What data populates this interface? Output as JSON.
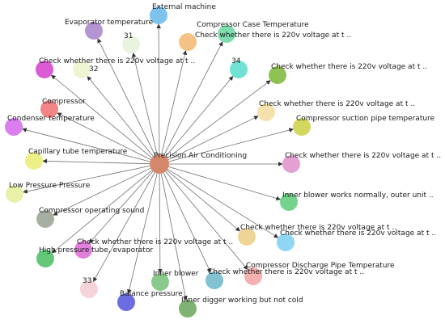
{
  "graph": {
    "center": {
      "label": "Precision Air Conditioning",
      "color": "#d4876a"
    },
    "nodes": [
      {
        "id": "external-machine",
        "label": "External machine",
        "color": "#7ec3ec"
      },
      {
        "id": "evaporator-temperature",
        "label": "Evaporator temperature",
        "color": "#b594d2"
      },
      {
        "id": "n31",
        "label": "31",
        "color": "#e9f3df"
      },
      {
        "id": "compressor-case-temperature",
        "label": "Compressor Case Temperature",
        "color": "#f6c185"
      },
      {
        "id": "check-220v-1",
        "label": "Check whether there is 220v voltage at t ..",
        "color": "#7fdcaf"
      },
      {
        "id": "check-220v-2",
        "label": "Check whether there is 220v voltage at t ..",
        "color": "#da5bd2"
      },
      {
        "id": "n32",
        "label": "32",
        "color": "#eef5d3"
      },
      {
        "id": "n34",
        "label": "34",
        "color": "#6fe2d3"
      },
      {
        "id": "check-220v-3",
        "label": "Check whether there is 220v voltage at t ..",
        "color": "#8fc154"
      },
      {
        "id": "compressor",
        "label": "Compressor",
        "color": "#f28487"
      },
      {
        "id": "check-220v-4",
        "label": "Check whether there is 220v voltage at t ..",
        "color": "#f5e1ab"
      },
      {
        "id": "condenser-temperature",
        "label": "Condenser temperature",
        "color": "#db7fef"
      },
      {
        "id": "compressor-suction-pipe-temperature",
        "label": "Compressor suction pipe temperature",
        "color": "#d4d75e"
      },
      {
        "id": "capillary-tube-temperature",
        "label": "Capillary tube temperature",
        "color": "#edf087"
      },
      {
        "id": "check-220v-5",
        "label": "Check whether there is 220v voltage at t ..",
        "color": "#e3a1d3"
      },
      {
        "id": "low-pressure-pressure",
        "label": "Low Pressure Pressure",
        "color": "#e9f1a9"
      },
      {
        "id": "inner-blower-works-normally",
        "label": "Inner blower works normally, outer unit ..",
        "color": "#74d38e"
      },
      {
        "id": "compressor-operating-sound",
        "label": "Compressor operating sound",
        "color": "#a7afa2"
      },
      {
        "id": "check-220v-6",
        "label": "Check whether there is 220v voltage at t ..",
        "color": "#efd497"
      },
      {
        "id": "check-220v-7",
        "label": "Check whether there is 220v voltage at t ..",
        "color": "#8fd6f5"
      },
      {
        "id": "high-pressure-tube-evaporator",
        "label": "High pressure tube, evaporator",
        "color": "#63c77a"
      },
      {
        "id": "check-220v-8",
        "label": "Check whether there is 220v voltage at t ..",
        "color": "#e07ed9"
      },
      {
        "id": "compressor-discharge-pipe-temperature",
        "label": "Compressor Discharge Pipe Temperature",
        "color": "#f5b0b0"
      },
      {
        "id": "check-220v-9",
        "label": "Check whether there is 220v voltage at t ..",
        "color": "#82c2d3"
      },
      {
        "id": "inner-blower",
        "label": "Inner blower",
        "color": "#89c98b"
      },
      {
        "id": "n33",
        "label": "33",
        "color": "#f6d3d8"
      },
      {
        "id": "balance-pressure",
        "label": "Balance pressure",
        "color": "#6b6de0"
      },
      {
        "id": "inner-digger-working-but-not-cold",
        "label": "Inner digger working but not cold",
        "color": "#7fb374"
      }
    ]
  }
}
